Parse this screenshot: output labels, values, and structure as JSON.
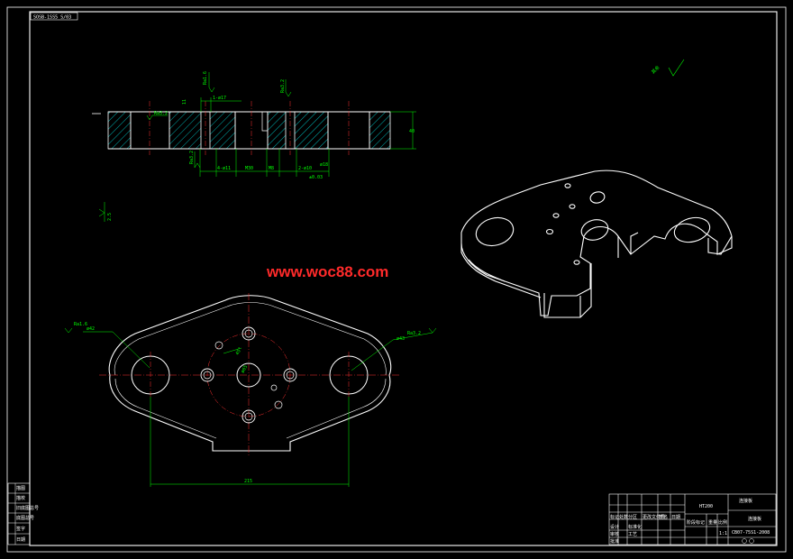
{
  "title_tag": "SOSB-1SS5 S/03",
  "watermark": "www.woc88.com",
  "section_view": {
    "dims": {
      "height": "40",
      "d1": "4-ø11",
      "d2": "M30",
      "d3": "M8",
      "d4": "2-ø10",
      "d5": "ø18",
      "d6": "1-ø17",
      "d7": "11",
      "d8": "±0.03"
    },
    "roughness": [
      "Ra3.2",
      "Ra1.6",
      "Ra3.2",
      "Ra3.2"
    ]
  },
  "plan_view": {
    "overall_width": "215",
    "hole_left": "ø42",
    "hole_right": "ø43",
    "bolt_circle": "ø65",
    "angle": "45°",
    "roughness_left": "Ra1.6",
    "roughness_right": "Ra3.2"
  },
  "other_roughness": "其余",
  "side_note": "2.5",
  "title_block": {
    "drawing_name": "连接板",
    "material": "HT200",
    "scale": "1:1",
    "code": "CB07-75S1-2008",
    "headers": [
      "标记",
      "处数",
      "分区",
      "更改文件号",
      "签名",
      "日期"
    ],
    "roles": [
      "设计",
      "标准化",
      "审核",
      "工艺",
      "批准"
    ],
    "stage_label": "阶段标记",
    "weight_label": "重量",
    "scale_label": "比例"
  },
  "left_strip": [
    "描图",
    "描校",
    "旧底图总号",
    "底图总号",
    "签字",
    "日期"
  ],
  "colors": {
    "line": "#ffffff",
    "dimension": "#00ff00",
    "hatch": "#00ffff",
    "center": "#ff3030",
    "watermark": "#ff2a2a"
  }
}
